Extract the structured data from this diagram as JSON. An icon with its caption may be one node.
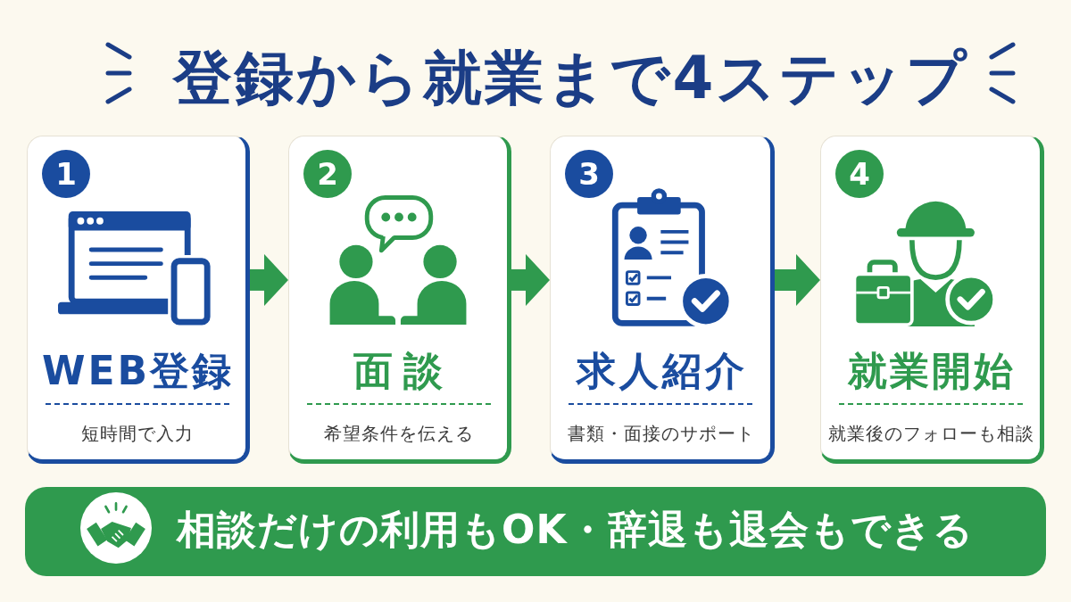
{
  "diagram": {
    "title": "登録から就業まで4ステップ",
    "nodes": [
      {
        "text": [
          "WEB登録",
          "短時間で入力"
        ]
      },
      {
        "text": [
          "1"
        ],
        "in": 0
      },
      {
        "text": [
          "面談",
          "希望条件を伝える"
        ]
      },
      {
        "text": [
          "2"
        ],
        "in": 2
      },
      {
        "text": [
          "求人紹介",
          "書類・面接のサポート"
        ]
      },
      {
        "text": [
          "3"
        ],
        "in": 4
      },
      {
        "text": [
          "就業開始",
          "就業後のフォローも相談"
        ]
      },
      {
        "text": [
          "4"
        ],
        "in": 6
      },
      {
        "text": [
          "相談だけの利用もOK・辞退も退会もできる"
        ]
      }
    ],
    "edges": [
      {
        "from": 0,
        "to": 2,
        "arrow": "to"
      },
      {
        "from": 2,
        "to": 4,
        "arrow": "to"
      },
      {
        "from": 4,
        "to": 6,
        "arrow": "to"
      }
    ]
  }
}
